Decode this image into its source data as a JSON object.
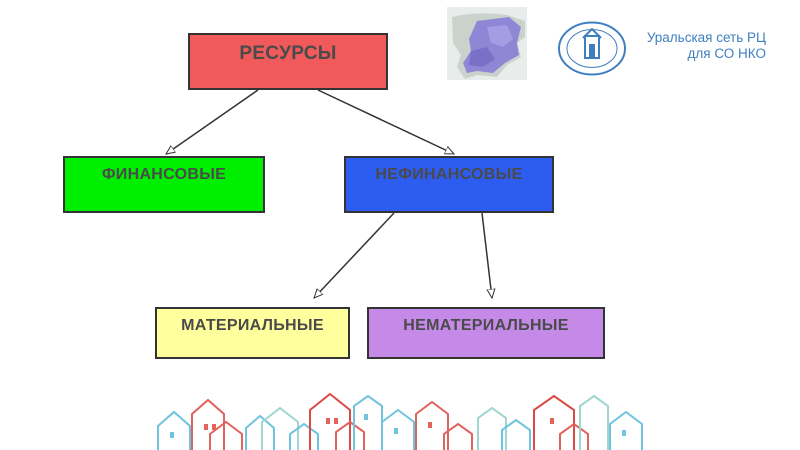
{
  "nodes": {
    "root": "РЕСУРСЫ",
    "financial": "ФИНАНСОВЫЕ",
    "nonfinancial": "НЕФИНАНСОВЫЕ",
    "material": "МАТЕРИАЛЬНЫЕ",
    "nonmaterial": "НЕМАТЕРИАЛЬНЫЕ"
  },
  "edges": [
    {
      "from": "root",
      "to": "financial"
    },
    {
      "from": "root",
      "to": "nonfinancial"
    },
    {
      "from": "nonfinancial",
      "to": "material"
    },
    {
      "from": "nonfinancial",
      "to": "nonmaterial"
    }
  ],
  "header": {
    "org_line1": "Уральская сеть РЦ",
    "org_line2": "для СО НКО"
  },
  "colors": {
    "root": "#f15a5a",
    "financial": "#00ee00",
    "nonfinancial": "#2d5cf0",
    "material": "#ffff9e",
    "nonmaterial": "#c58ae8",
    "brand": "#3f7fc1"
  },
  "icons": [
    "region-map-icon",
    "organization-seal-icon",
    "houses-decoration-icon"
  ]
}
